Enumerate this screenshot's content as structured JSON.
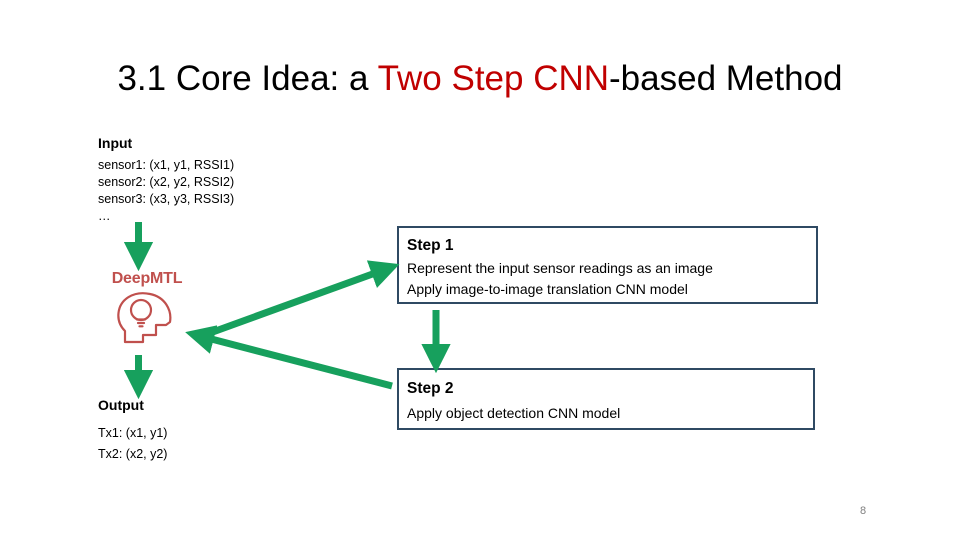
{
  "slide": {
    "page_number": "8",
    "title": {
      "prefix": "3.1 Core Idea: a ",
      "accent": "Two Step CNN",
      "suffix": "-based Method",
      "accent_color": "#c00000"
    }
  },
  "input_block": {
    "heading": "Input",
    "lines": [
      "sensor1: (x1, y1, RSSI1)",
      "sensor2: (x2, y2, RSSI2)",
      "sensor3: (x3, y3, RSSI3)",
      "…"
    ]
  },
  "output_block": {
    "heading": "Output",
    "lines": [
      "Tx1: (x1, y1)",
      "Tx2: (x2, y2)"
    ]
  },
  "logo": {
    "wordmark": "DeepMTL",
    "mark_icon": "head-with-lightbulb-icon",
    "color": "#c0504d"
  },
  "steps": [
    {
      "title": "Step 1",
      "lines": [
        "Represent the input sensor readings as an image",
        "Apply image-to-image translation CNN model"
      ]
    },
    {
      "title": "Step 2",
      "lines": [
        "Apply object detection CNN model"
      ]
    }
  ],
  "arrows": {
    "color": "#17a05d",
    "items": [
      {
        "name": "arrow-input-to-model",
        "direction": "down"
      },
      {
        "name": "arrow-model-to-step1",
        "direction": "up-right"
      },
      {
        "name": "arrow-step1-to-step2",
        "direction": "down"
      },
      {
        "name": "arrow-step2-to-model",
        "direction": "up-left"
      },
      {
        "name": "arrow-model-to-output",
        "direction": "down"
      }
    ]
  },
  "theme": {
    "box_border": "#2f4a63",
    "background": "#ffffff",
    "page_number_color": "#808080"
  }
}
